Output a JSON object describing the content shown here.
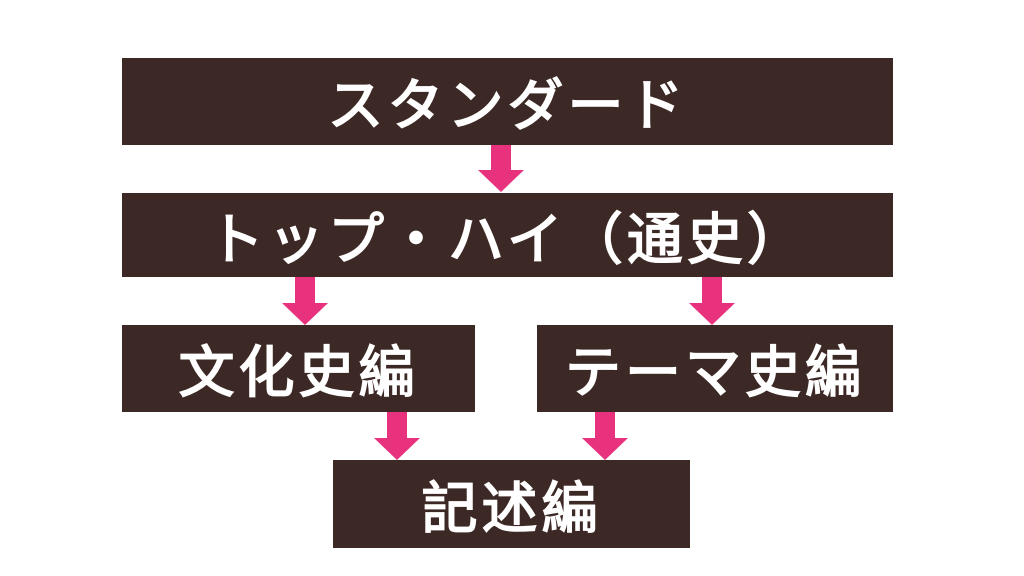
{
  "nodes": {
    "standard": "スタンダード",
    "top_high": "トップ・ハイ（通史）",
    "culture": "文化史編",
    "theme": "テーマ史編",
    "essay": "記述編"
  },
  "colors": {
    "box": "#3c2824",
    "arrow": "#e8327e",
    "text": "#ffffff"
  }
}
